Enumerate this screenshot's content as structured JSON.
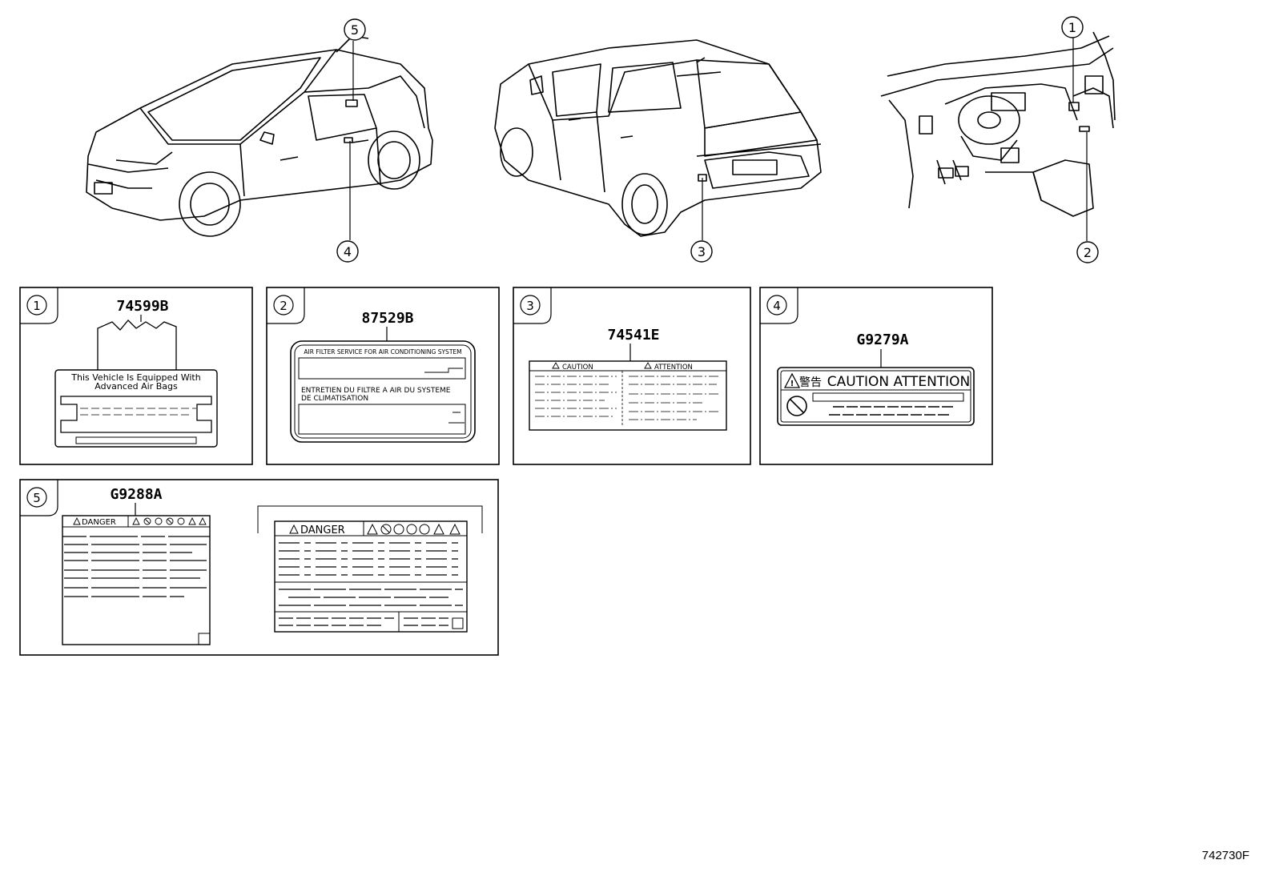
{
  "callouts": {
    "c1": "1",
    "c2": "2",
    "c3": "3",
    "c4": "4",
    "c5": "5"
  },
  "panels": {
    "p1": {
      "number": "1",
      "part_no": "74599B",
      "line1": "This Vehicle Is Equipped With",
      "line2": "Advanced  Air  Bags"
    },
    "p2": {
      "number": "2",
      "part_no": "87529B",
      "line_en": "AIR FILTER SERVICE FOR AIR CONDITIONING SYSTEM",
      "line_fr1": "ENTRETIEN DU FILTRE A AIR DU SYSTEME",
      "line_fr2": "DE CLIMATISATION"
    },
    "p3": {
      "number": "3",
      "part_no": "74541E",
      "caution": "CAUTION",
      "attention": "ATTENTION"
    },
    "p4": {
      "number": "4",
      "part_no": "G9279A",
      "kanji": "警告",
      "title": "CAUTION ATTENTION"
    },
    "p5": {
      "number": "5",
      "part_no": "G9288A",
      "danger_small": "DANGER",
      "danger_large": "DANGER"
    }
  },
  "document_id": "742730F",
  "colors": {
    "line": "#000000",
    "background": "#ffffff"
  }
}
